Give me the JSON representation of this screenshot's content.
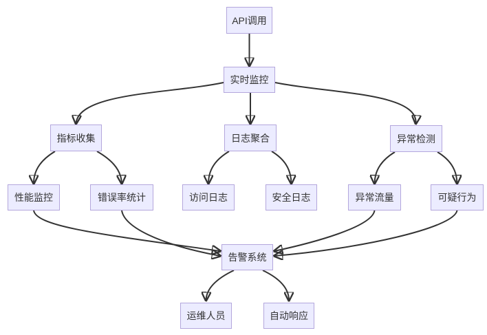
{
  "diagram": {
    "type": "flowchart",
    "direction": "top-down",
    "nodes": [
      {
        "id": "api_call",
        "label": "API调用"
      },
      {
        "id": "realtime_monitor",
        "label": "实时监控"
      },
      {
        "id": "metrics_collect",
        "label": "指标收集"
      },
      {
        "id": "log_aggregate",
        "label": "日志聚合"
      },
      {
        "id": "anomaly_detect",
        "label": "异常检测"
      },
      {
        "id": "perf_monitor",
        "label": "性能监控"
      },
      {
        "id": "error_rate",
        "label": "错误率统计"
      },
      {
        "id": "access_log",
        "label": "访问日志"
      },
      {
        "id": "security_log",
        "label": "安全日志"
      },
      {
        "id": "abnormal_traffic",
        "label": "异常流量"
      },
      {
        "id": "suspicious_behavior",
        "label": "可疑行为"
      },
      {
        "id": "alert_system",
        "label": "告警系统"
      },
      {
        "id": "ops_staff",
        "label": "运维人员"
      },
      {
        "id": "auto_response",
        "label": "自动响应"
      }
    ],
    "edges": [
      {
        "from": "api_call",
        "to": "realtime_monitor"
      },
      {
        "from": "realtime_monitor",
        "to": "metrics_collect"
      },
      {
        "from": "realtime_monitor",
        "to": "log_aggregate"
      },
      {
        "from": "realtime_monitor",
        "to": "anomaly_detect"
      },
      {
        "from": "metrics_collect",
        "to": "perf_monitor"
      },
      {
        "from": "metrics_collect",
        "to": "error_rate"
      },
      {
        "from": "log_aggregate",
        "to": "access_log"
      },
      {
        "from": "log_aggregate",
        "to": "security_log"
      },
      {
        "from": "anomaly_detect",
        "to": "abnormal_traffic"
      },
      {
        "from": "anomaly_detect",
        "to": "suspicious_behavior"
      },
      {
        "from": "perf_monitor",
        "to": "alert_system"
      },
      {
        "from": "error_rate",
        "to": "alert_system"
      },
      {
        "from": "abnormal_traffic",
        "to": "alert_system"
      },
      {
        "from": "suspicious_behavior",
        "to": "alert_system"
      },
      {
        "from": "alert_system",
        "to": "ops_staff"
      },
      {
        "from": "alert_system",
        "to": "auto_response"
      }
    ],
    "colors": {
      "node_fill": "#ECECFF",
      "node_border": "#b3a6dc",
      "edge": "#333333",
      "text": "#333333",
      "background": "#ffffff"
    }
  }
}
